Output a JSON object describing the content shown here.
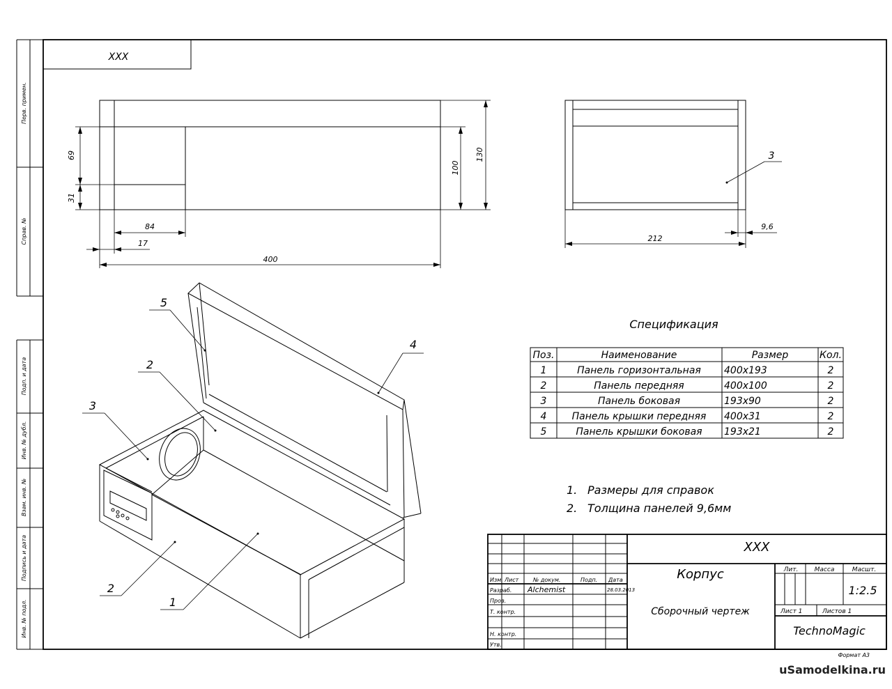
{
  "top_code": "XXX",
  "side_stamp": [
    "Перв. примен.",
    "Справ. №",
    "Подп. и дата",
    "Инв. № дубл.",
    "Взам. инв. №",
    "Подпись и дата",
    "Инв. № подл."
  ],
  "front_view_dims": {
    "d69": "69",
    "d31": "31",
    "d100": "100",
    "d130": "130",
    "d84": "84",
    "d17": "17",
    "d400": "400"
  },
  "side_view_dims": {
    "d212": "212",
    "d96": "9,6",
    "pos3": "3"
  },
  "iso_positions": {
    "p1": "1",
    "p2a": "2",
    "p2b": "2",
    "p3": "3",
    "p4": "4",
    "p5": "5"
  },
  "spec": {
    "title": "Спецификация",
    "headers": [
      "Поз.",
      "Наименование",
      "Размер",
      "Кол."
    ],
    "rows": [
      [
        "1",
        "Панель горизонтальная",
        "400х193",
        "2"
      ],
      [
        "2",
        "Панель передняя",
        "400х100",
        "2"
      ],
      [
        "3",
        "Панель боковая",
        "193х90",
        "2"
      ],
      [
        "4",
        "Панель крышки передняя",
        "400х31",
        "2"
      ],
      [
        "5",
        "Панель крышки боковая",
        "193х21",
        "2"
      ]
    ]
  },
  "notes": [
    "1.",
    "Размеры для справок",
    "2.",
    "Толщина панелей 9,6мм"
  ],
  "title_block": {
    "code": "XXX",
    "name": "Корпус",
    "doc_type": "Сборочный чертеж",
    "col_headers": [
      "Изм.",
      "Лист",
      "№ докум.",
      "Подп.",
      "Дата"
    ],
    "roles": [
      "Разраб.",
      "Пров.",
      "Т. контр.",
      "Н. контр.",
      "Утв."
    ],
    "developer": "Alchemist",
    "date": "28.03.2013",
    "lit": "Лит.",
    "mass": "Масса",
    "scale_label": "Масшт.",
    "scale": "1:2.5",
    "sheet": "Лист 1",
    "sheets": "Листов 1",
    "org": "TechnoMagic"
  },
  "format": "Формат А3",
  "watermark": "uSamodelkina.ru"
}
